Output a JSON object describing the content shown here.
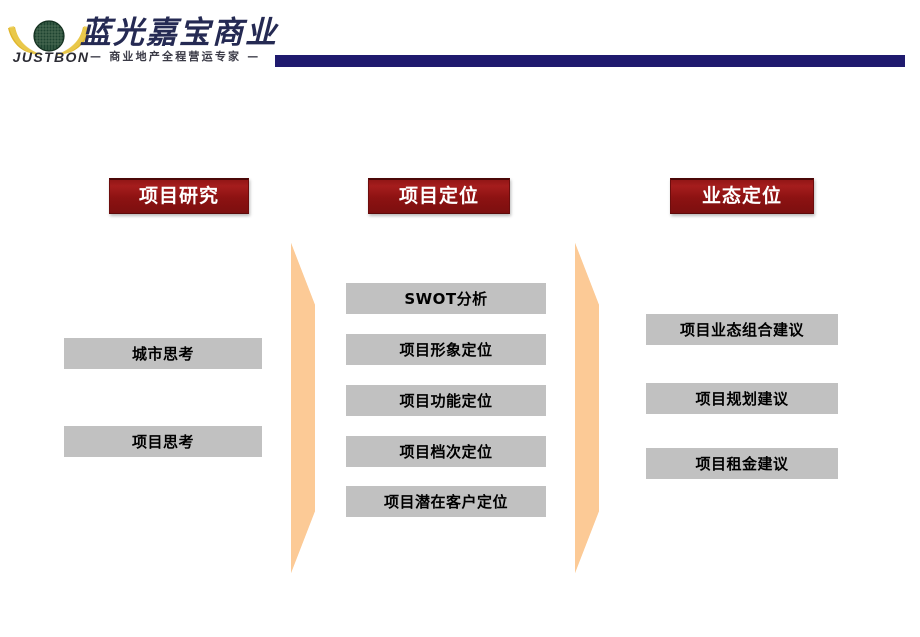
{
  "header": {
    "logo": {
      "mark_name": "justbon-globe-logo",
      "wordmark": "JUSTBON",
      "company_cn": "蓝光嘉宝商业",
      "tagline_cn": "— 商业地产全程营运专家 —",
      "colors": {
        "globe": "#1f4b33",
        "wing": "#e3bc32",
        "text_navy": "#252a53",
        "rule_navy": "#1f1a6e"
      }
    },
    "rule_name": "header-navy-rule"
  },
  "columns": [
    {
      "id": "research",
      "title": "项目研究",
      "items": [
        "城市思考",
        "项目思考"
      ]
    },
    {
      "id": "positioning",
      "title": "项目定位",
      "items": [
        "SWOT分析",
        "项目形象定位",
        "项目功能定位",
        "项目档次定位",
        "项目潜在客户定位"
      ]
    },
    {
      "id": "format-positioning",
      "title": "业态定位",
      "items": [
        "项目业态组合建议",
        "项目规划建议",
        "项目租金建议"
      ]
    }
  ],
  "arrows": [
    {
      "name": "flow-arrow-research-to-positioning",
      "direction": "right"
    },
    {
      "name": "flow-arrow-positioning-to-format",
      "direction": "right"
    }
  ],
  "theme": {
    "red_box": "#8c1212",
    "gray_box": "#c1c1c1",
    "arrow_orange": "#fcca96",
    "text_white": "#ffffff",
    "text_black": "#000000"
  }
}
